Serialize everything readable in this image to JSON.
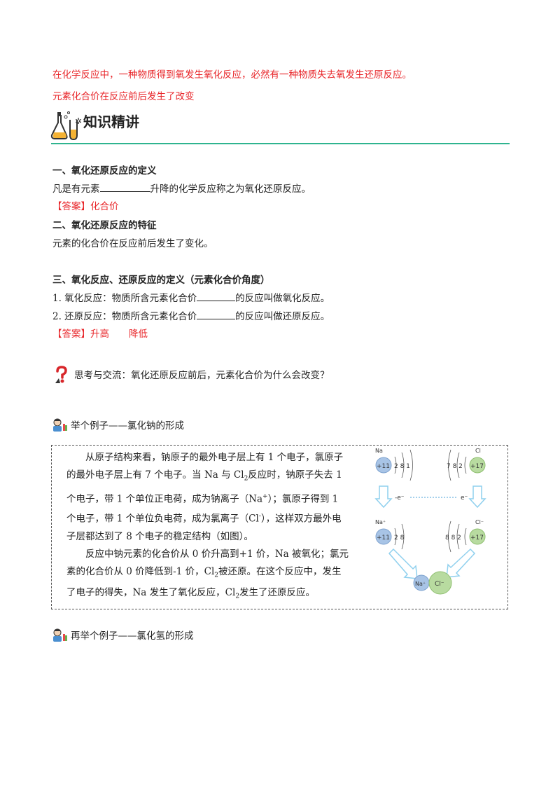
{
  "intro": {
    "line1": "在化学反应中，一种物质得到氧发生氧化反应，必然有一种物质失去氧发生还原反应。",
    "line2": "元素化合价在反应前后发生了改变"
  },
  "section": {
    "title": "知识精讲"
  },
  "s1": {
    "heading": "一、氧化还原反应的定义",
    "text_before": "凡是有元素",
    "text_after": "升降的化学反应称之为氧化还原反应。",
    "answer_label": "【答案】",
    "answer": "化合价"
  },
  "s2": {
    "heading": "二、氧化还原反应的特征",
    "text": "元素的化合价在反应前后发生了变化。"
  },
  "s3": {
    "heading": "三、氧化反应、还原反应的定义（元素化合价角度）",
    "item1_before": "1. 氧化反应：物质所含元素化合价",
    "item1_after": "的反应叫做氧化反应。",
    "item2_before": "2. 还原反应：物质所含元素化合价",
    "item2_after": "的反应叫做还原反应。",
    "answer_label": "【答案】",
    "answer1": "升高",
    "answer2": "降低"
  },
  "think": {
    "text": "思考与交流：氧化还原反应前后，元素化合价为什么会改变？"
  },
  "example1": {
    "title": "举个例子——氯化钠的形成",
    "p1_a": "从原子结构来看，钠原子的最外电子层上有 1 个电子，氯原子的最外电子层上有 7 个电子。当 Na 与 Cl",
    "p1_b": "反应时，钠原子失去 1 个电子，带 1 个单位正电荷，成为钠离子（Na",
    "p1_c": "）；氯原子得到 1 个电子，带 1 个单位负电荷，成为氯离子（Cl",
    "p1_d": "），这样双方最外电子层都达到了 8 个电子的稳定结构（如图）。",
    "p2_a": "反应中钠元素的化合价从 0 价升高到+1 价，Na 被氧化；氯元素的化合价从 0 价降低到-1 价，Cl",
    "p2_b": "被还原。在这个反应中，发生了电子的得失，Na 发生了氧化反应，Cl",
    "p2_c": "发生了还原反应。",
    "sub2": "2",
    "sup_plus": "+",
    "sup_minus": "-"
  },
  "diagram": {
    "na_label": "Na",
    "cl_label": "Cl",
    "na_nucleus": "+11",
    "cl_nucleus": "+17",
    "na_shells_atom": "2  8  1",
    "cl_shells_atom": "7  8  2",
    "na_shells_ion": "2  8",
    "cl_shells_ion": "8  8  2",
    "electron_left": "-e⁻",
    "electron_right": "e⁻",
    "na_ion_label": "Na⁺",
    "cl_ion_label": "Cl⁻",
    "na_ion_top": "Na⁺",
    "cl_ion_top": "Cl⁻",
    "colors": {
      "na": "#a8c4e6",
      "cl": "#b8dba0",
      "arrow": "#8fd0ee"
    }
  },
  "example2": {
    "title": "再举个例子——氯化氢的形成"
  }
}
